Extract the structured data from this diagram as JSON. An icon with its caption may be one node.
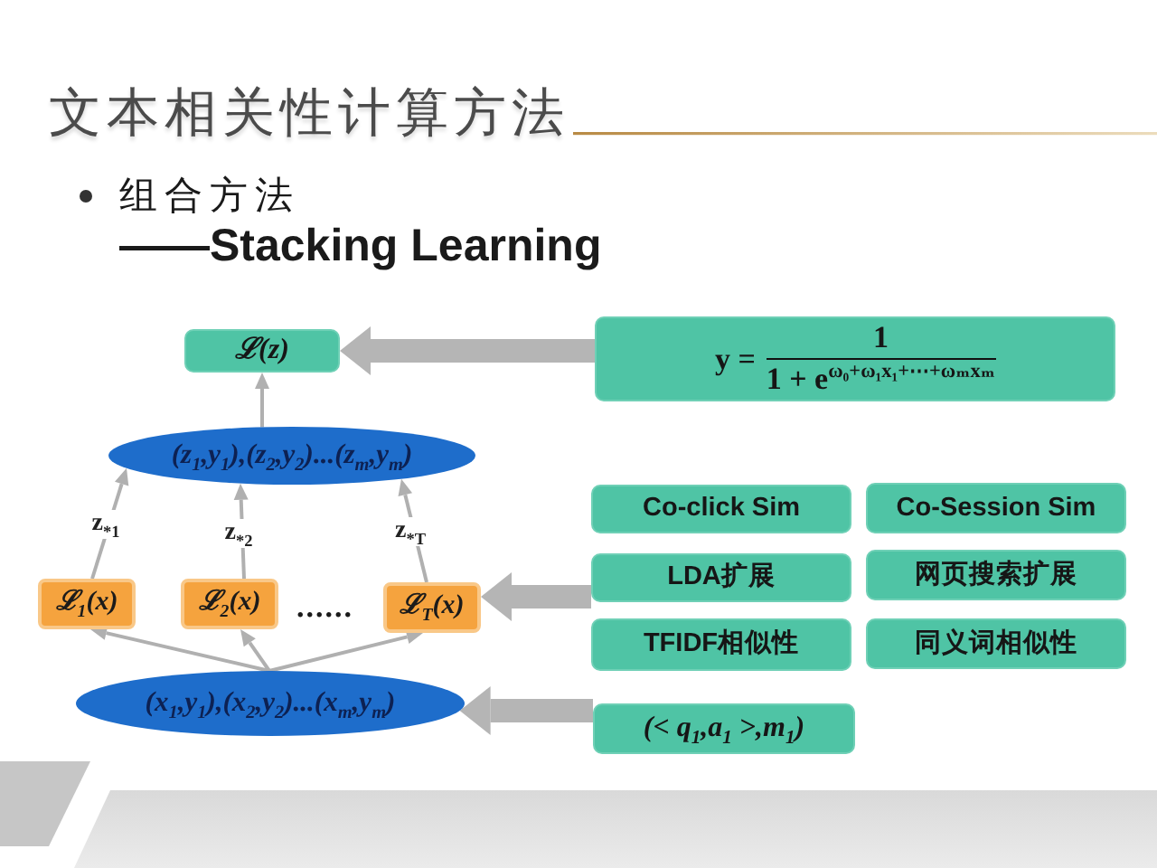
{
  "diagram": {
    "title": "文本相关性计算方法",
    "nodes": [
      {
        "text": [
          "ℒ(z)"
        ]
      },
      {
        "text": [
          "y =",
          "1",
          "1 + e$^{ω₀+ω₁x₁+⋯+ωₘxₘ}$"
        ]
      },
      {
        "text": [
          "(z$_{1}$,y$_{1}$),(z$_{2}$,y$_{2}$)...(z$_{m}$,y$_{m}$)"
        ]
      },
      {
        "text": [
          "ℒ$_{1}$(x)"
        ]
      },
      {
        "text": [
          "ℒ$_{2}$(x)"
        ]
      },
      {
        "text": [
          "ℒ$_{T}$(x)"
        ]
      },
      {
        "text": [
          "(x$_{1}$,y$_{1}$),(x$_{2}$,y$_{2}$)...(x$_{m}$,y$_{m}$)"
        ]
      },
      {
        "text": [
          "Co-click Sim"
        ]
      },
      {
        "text": [
          "Co-Session Sim"
        ]
      },
      {
        "text": [
          "LDA扩展"
        ]
      },
      {
        "text": [
          "网页搜索扩展"
        ]
      },
      {
        "text": [
          "TFIDF相似性"
        ]
      },
      {
        "text": [
          "同义词相似性"
        ]
      },
      {
        "text": [
          "(< q$_{1}$,a$_{1}$ >,m$_{1}$)"
        ]
      }
    ],
    "edges": [
      {
        "from": 1,
        "to": 0,
        "arrow": "to",
        "style": "thick"
      },
      {
        "from": 2,
        "to": 0,
        "arrow": "to"
      },
      {
        "from": 3,
        "to": 2,
        "arrow": "to",
        "label": "z$_{*1}$"
      },
      {
        "from": 4,
        "to": 2,
        "arrow": "to",
        "label": "z$_{*2}$"
      },
      {
        "from": 5,
        "to": 2,
        "arrow": "to",
        "label": "z$_{*T}$"
      },
      {
        "from": 6,
        "to": 3,
        "arrow": "to"
      },
      {
        "from": 6,
        "to": 4,
        "arrow": "to"
      },
      {
        "from": 6,
        "to": 5,
        "arrow": "to"
      },
      {
        "from": 9,
        "to": 5,
        "arrow": "to",
        "style": "thick"
      },
      {
        "from": 13,
        "to": 6,
        "arrow": "to",
        "style": "thick"
      }
    ],
    "labels": [
      "组合方法",
      "——Stacking Learning",
      "......"
    ]
  }
}
